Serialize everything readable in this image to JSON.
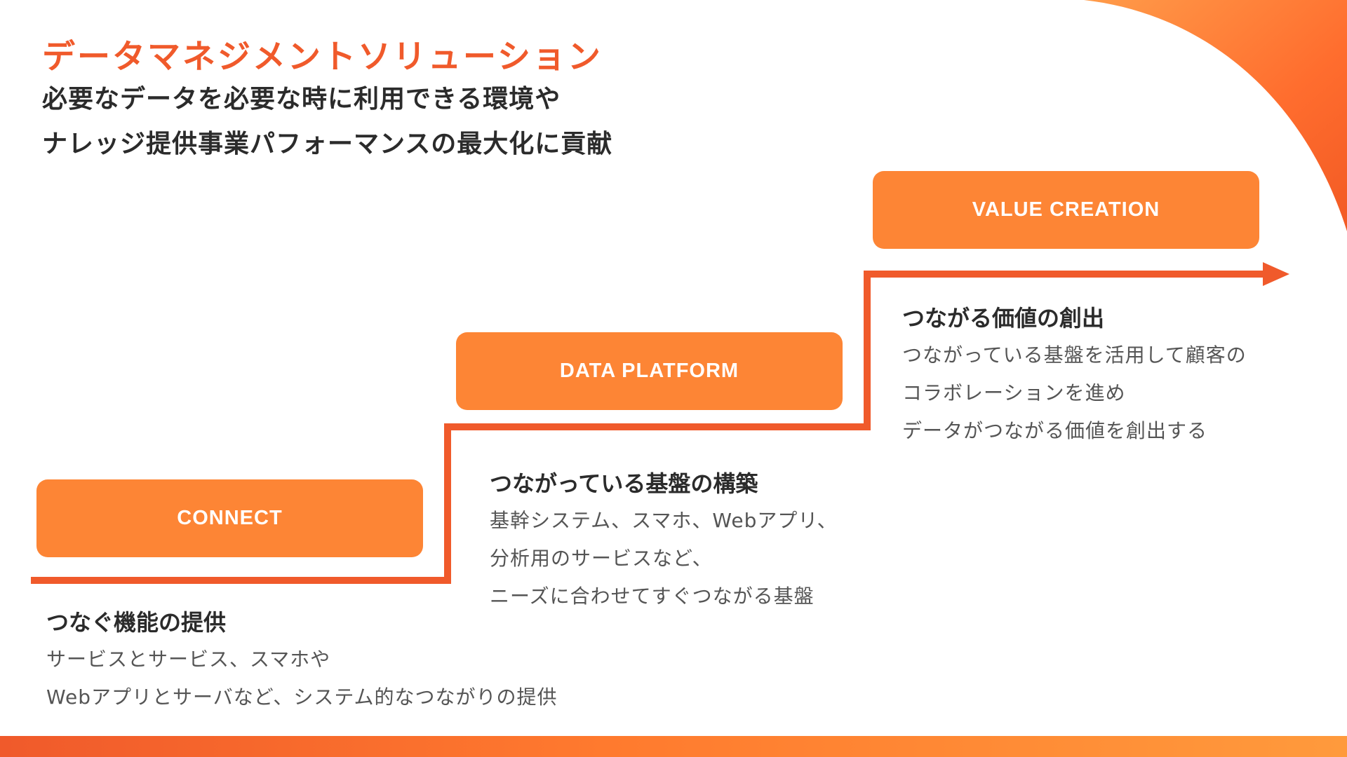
{
  "header": {
    "title": "データマネジメントソリューション",
    "subtitle_lines": [
      "必要なデータを必要な時に利用できる環境や",
      "ナレッジ提供事業パフォーマンスの最大化に貢献"
    ]
  },
  "steps": [
    {
      "label": "CONNECT",
      "heading": "つなぐ機能の提供",
      "lines": [
        "サービスとサービス、スマホや",
        "Webアプリとサーバなど、システム的なつながりの提供"
      ]
    },
    {
      "label": "DATA PLATFORM",
      "heading": "つながっている基盤の構築",
      "lines": [
        "基幹システム、スマホ、Webアプリ、",
        "分析用のサービスなど、",
        "ニーズに合わせてすぐつながる基盤"
      ]
    },
    {
      "label": "VALUE CREATION",
      "heading": "つながる価値の創出",
      "lines": [
        "つながっている基盤を活用して顧客の",
        "コラボレーションを進め",
        "データがつながる価値を創出する"
      ]
    }
  ],
  "colors": {
    "accent": "#f05a2b",
    "pill": "#fd8535",
    "text_dark": "#2b2b2b",
    "text_body": "#555555"
  }
}
